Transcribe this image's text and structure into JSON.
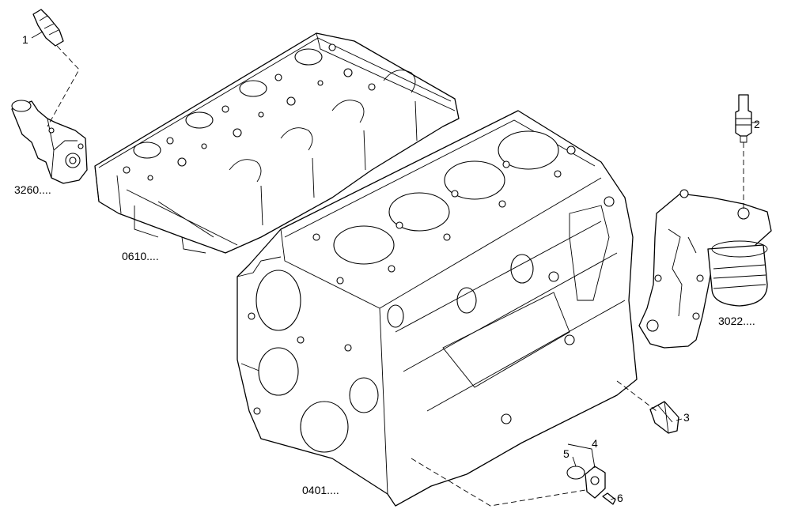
{
  "callouts": {
    "c1": "1",
    "c2": "2",
    "c3": "3",
    "c4": "4",
    "c5": "5",
    "c6": "6"
  },
  "references": {
    "thermostat_housing": "3260....",
    "cylinder_head": "0610....",
    "oil_filter": "3022....",
    "crankcase": "0401...."
  }
}
